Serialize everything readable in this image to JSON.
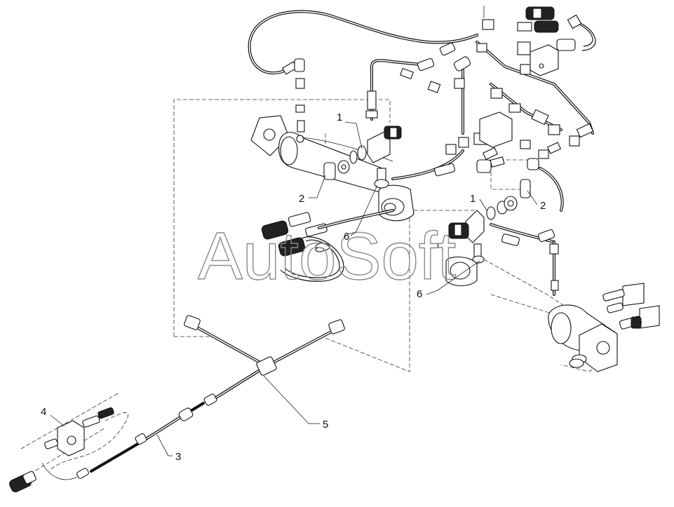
{
  "diagram": {
    "watermark": "AutoSoft",
    "callouts": [
      {
        "id": "c1a",
        "text": "1"
      },
      {
        "id": "c2a",
        "text": "2"
      },
      {
        "id": "c6a",
        "text": "6"
      },
      {
        "id": "c1b",
        "text": "1"
      },
      {
        "id": "c2b",
        "text": "2"
      },
      {
        "id": "c6b",
        "text": "6"
      },
      {
        "id": "c4",
        "text": "4"
      },
      {
        "id": "c5",
        "text": "5"
      },
      {
        "id": "c3",
        "text": "3"
      }
    ]
  }
}
